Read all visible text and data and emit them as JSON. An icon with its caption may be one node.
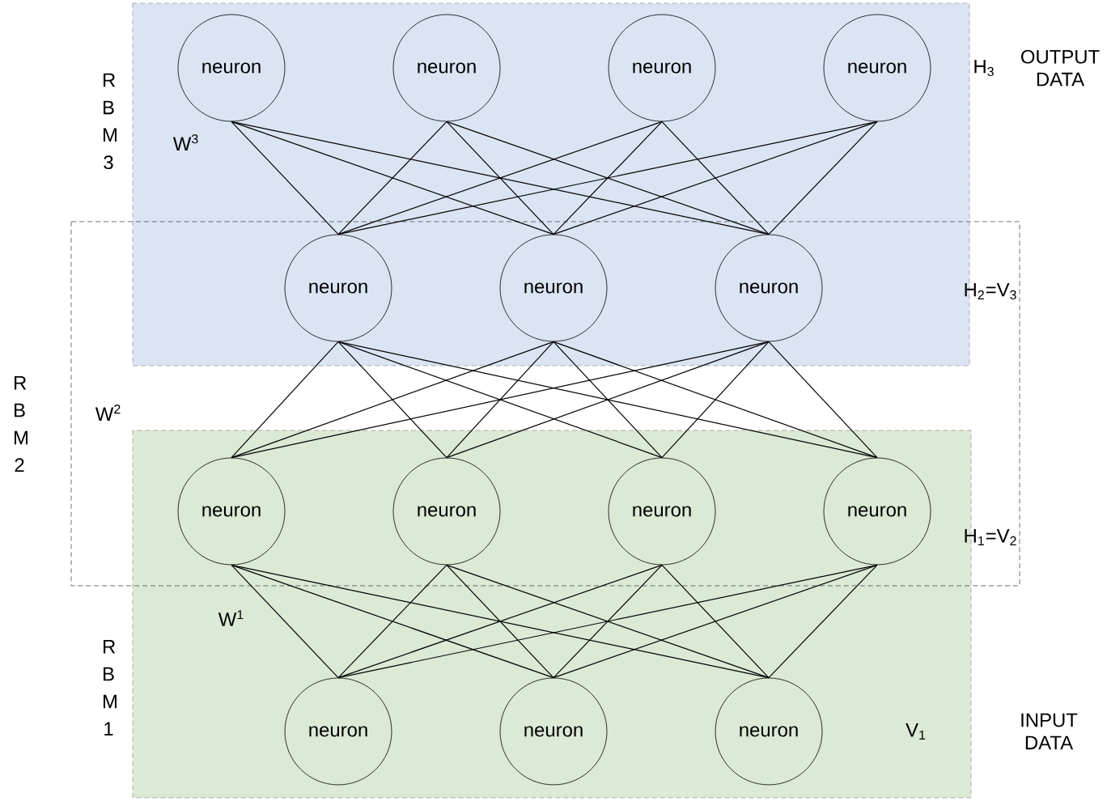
{
  "diagram": {
    "nodes": [
      {
        "text": [
          "neuron"
        ]
      },
      {
        "text": [
          "neuron"
        ]
      },
      {
        "text": [
          "neuron"
        ]
      },
      {
        "text": [
          "neuron"
        ]
      },
      {
        "text": [
          "neuron"
        ]
      },
      {
        "text": [
          "neuron"
        ]
      },
      {
        "text": [
          "neuron"
        ]
      },
      {
        "text": [
          "neuron"
        ]
      },
      {
        "text": [
          "neuron"
        ]
      },
      {
        "text": [
          "neuron"
        ]
      },
      {
        "text": [
          "neuron"
        ]
      },
      {
        "text": [
          "neuron"
        ]
      },
      {
        "text": [
          "neuron"
        ]
      },
      {
        "text": [
          "neuron"
        ]
      }
    ],
    "edges": [
      {
        "from": 0,
        "to": 4,
        "arrow": "none"
      },
      {
        "from": 0,
        "to": 5,
        "arrow": "none"
      },
      {
        "from": 0,
        "to": 6,
        "arrow": "none"
      },
      {
        "from": 1,
        "to": 4,
        "arrow": "none"
      },
      {
        "from": 1,
        "to": 5,
        "arrow": "none"
      },
      {
        "from": 1,
        "to": 6,
        "arrow": "none"
      },
      {
        "from": 2,
        "to": 4,
        "arrow": "none"
      },
      {
        "from": 2,
        "to": 5,
        "arrow": "none"
      },
      {
        "from": 2,
        "to": 6,
        "arrow": "none"
      },
      {
        "from": 3,
        "to": 4,
        "arrow": "none"
      },
      {
        "from": 3,
        "to": 5,
        "arrow": "none"
      },
      {
        "from": 3,
        "to": 6,
        "arrow": "none"
      },
      {
        "from": 4,
        "to": 7,
        "arrow": "none"
      },
      {
        "from": 4,
        "to": 8,
        "arrow": "none"
      },
      {
        "from": 4,
        "to": 9,
        "arrow": "none"
      },
      {
        "from": 4,
        "to": 10,
        "arrow": "none"
      },
      {
        "from": 5,
        "to": 7,
        "arrow": "none"
      },
      {
        "from": 5,
        "to": 8,
        "arrow": "none"
      },
      {
        "from": 5,
        "to": 9,
        "arrow": "none"
      },
      {
        "from": 5,
        "to": 10,
        "arrow": "none"
      },
      {
        "from": 6,
        "to": 7,
        "arrow": "none"
      },
      {
        "from": 6,
        "to": 8,
        "arrow": "none"
      },
      {
        "from": 6,
        "to": 9,
        "arrow": "none"
      },
      {
        "from": 6,
        "to": 10,
        "arrow": "none"
      },
      {
        "from": 7,
        "to": 11,
        "arrow": "none"
      },
      {
        "from": 7,
        "to": 12,
        "arrow": "none"
      },
      {
        "from": 7,
        "to": 13,
        "arrow": "none"
      },
      {
        "from": 8,
        "to": 11,
        "arrow": "none"
      },
      {
        "from": 8,
        "to": 12,
        "arrow": "none"
      },
      {
        "from": 8,
        "to": 13,
        "arrow": "none"
      },
      {
        "from": 9,
        "to": 11,
        "arrow": "none"
      },
      {
        "from": 9,
        "to": 12,
        "arrow": "none"
      },
      {
        "from": 9,
        "to": 13,
        "arrow": "none"
      },
      {
        "from": 10,
        "to": 11,
        "arrow": "none"
      },
      {
        "from": 10,
        "to": 12,
        "arrow": "none"
      },
      {
        "from": 10,
        "to": 13,
        "arrow": "none"
      }
    ],
    "labels": [
      "R B M 3",
      "H$_{3}$",
      "OUTPUT DATA",
      "W$^{3}$",
      "H$_{2}$=V$_{3}$",
      "R B M 2",
      "W$^{2}$",
      "H$_{1}$=V$_{2}$",
      "W$^{1}$",
      "R B M 1",
      "INPUT DATA",
      "V$_{1}$"
    ]
  }
}
